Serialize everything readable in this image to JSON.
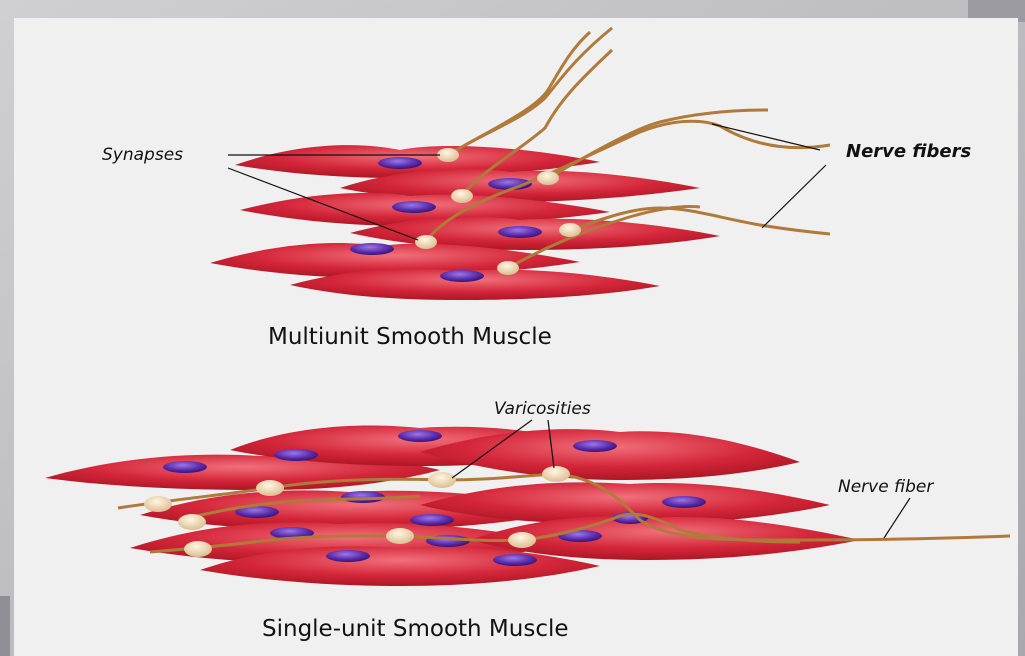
{
  "figure": {
    "multiunit": {
      "title": "Multiunit Smooth Muscle",
      "label_synapses": "Synapses",
      "label_nerve_fibers": "Nerve fibers"
    },
    "singleunit": {
      "title": "Single-unit Smooth Muscle",
      "label_varicosities": "Varicosities",
      "label_nerve_fiber": "Nerve fiber"
    }
  },
  "colors": {
    "cell": "#d4263a",
    "nucleus": "#5a2aa8",
    "nerve": "#b07a3a",
    "varicosity": "#ead7b0",
    "panel": "#ededed",
    "frame": "#c2c2c6"
  }
}
